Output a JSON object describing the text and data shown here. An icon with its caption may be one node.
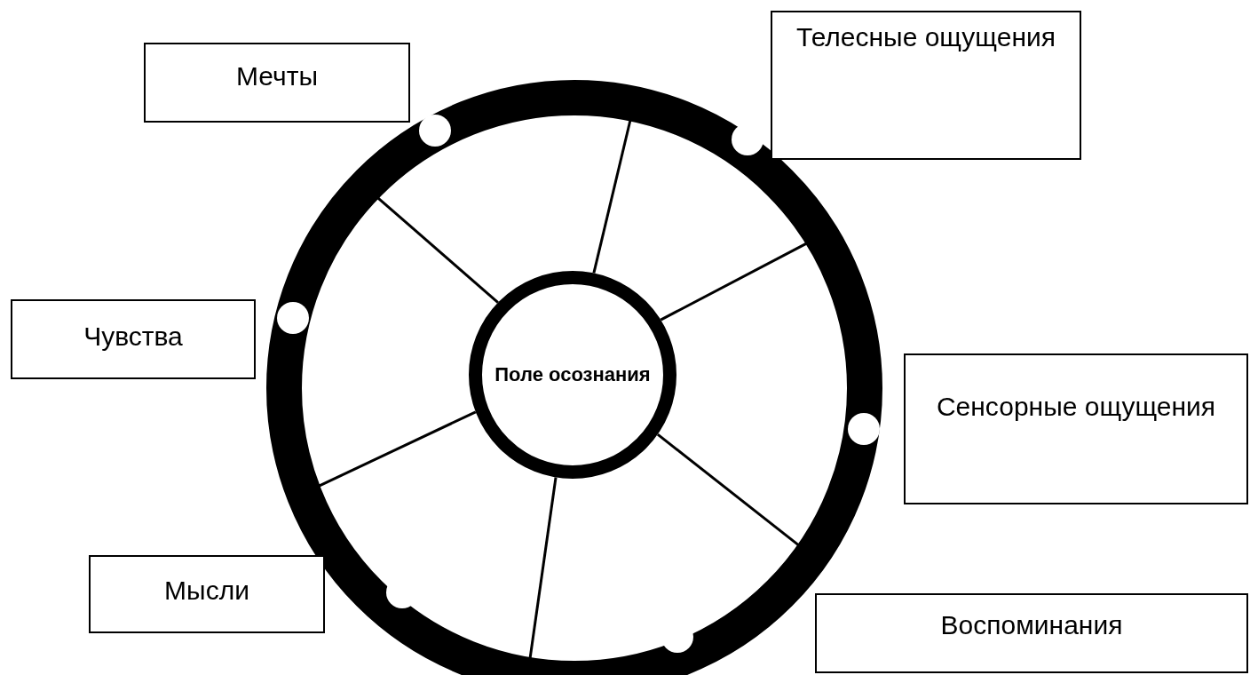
{
  "diagram": {
    "nodes": [
      {
        "text": [
          "Мечты"
        ]
      },
      {
        "text": [
          "Телесные ощущения"
        ]
      },
      {
        "text": [],
        "shape": "circle"
      },
      {
        "text": [
          "Поле осознания"
        ],
        "in": 2
      },
      {
        "text": [
          "Чувства"
        ]
      },
      {
        "text": [
          "Сенсорные ощущения"
        ]
      },
      {
        "text": [
          "Мысли"
        ]
      },
      {
        "text": [
          "Воспоминания"
        ]
      }
    ],
    "edges": [
      {
        "from": 3,
        "to": 2,
        "arrow": "none"
      },
      {
        "from": 3,
        "to": 2,
        "arrow": "none"
      },
      {
        "from": 3,
        "to": 2,
        "arrow": "none"
      },
      {
        "from": 3,
        "to": 2,
        "arrow": "none"
      },
      {
        "from": 3,
        "to": 2,
        "arrow": "none"
      },
      {
        "from": 3,
        "to": 2,
        "arrow": "none"
      }
    ]
  }
}
